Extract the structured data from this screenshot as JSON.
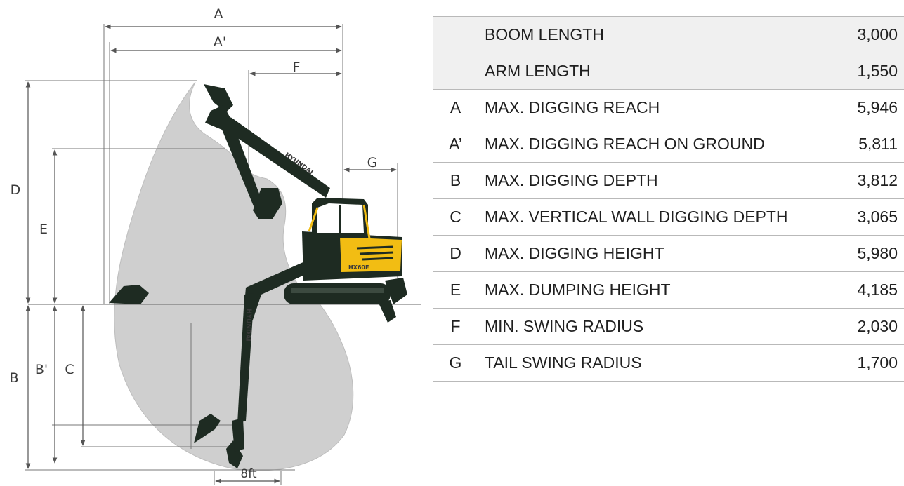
{
  "diagram": {
    "dimension_labels": {
      "A": "A",
      "A_prime": "A'",
      "B": "B",
      "B_prime": "B'",
      "C": "C",
      "D": "D",
      "E": "E",
      "F": "F",
      "G": "G",
      "clearance": "8ft"
    },
    "boom_text": "HYUNDAI",
    "arm_text": "HYUNDAI",
    "model_badge": "HX60E",
    "colors": {
      "envelope": "#cfcfcf",
      "machine_dark": "#1e2b22",
      "cab_yellow": "#f2bd13",
      "dimension_lines": "#555555"
    }
  },
  "spec_table": {
    "rows": [
      {
        "code": "",
        "label": "BOOM LENGTH",
        "value": "3,000"
      },
      {
        "code": "",
        "label": "ARM LENGTH",
        "value": "1,550"
      },
      {
        "code": "A",
        "label": "MAX. DIGGING REACH",
        "value": "5,946"
      },
      {
        "code": "A’",
        "label": "MAX. DIGGING REACH ON GROUND",
        "value": "5,811"
      },
      {
        "code": "B",
        "label": "MAX. DIGGING DEPTH",
        "value": "3,812"
      },
      {
        "code": "C",
        "label": "MAX. VERTICAL WALL DIGGING DEPTH",
        "value": "3,065"
      },
      {
        "code": "D",
        "label": "MAX. DIGGING HEIGHT",
        "value": "5,980"
      },
      {
        "code": "E",
        "label": "MAX. DUMPING HEIGHT",
        "value": "4,185"
      },
      {
        "code": "F",
        "label": "MIN. SWING RADIUS",
        "value": "2,030"
      },
      {
        "code": "G",
        "label": "TAIL SWING RADIUS",
        "value": "1,700"
      }
    ]
  }
}
